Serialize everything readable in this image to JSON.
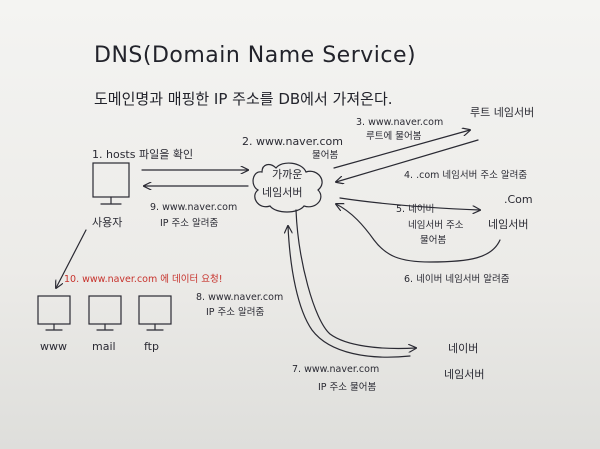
{
  "title": "DNS(Domain Name Service)",
  "subtitle": "도메인명과 매핑한 IP 주소를 DB에서 가져온다.",
  "nodes": {
    "user": "사용자",
    "local_ns_line1": "가까운",
    "local_ns_line2": "네임서버",
    "root_ns": "루트 네임서버",
    "com_ns_line1": ".Com",
    "com_ns_line2": "네임서버",
    "naver_ns_line1": "네이버",
    "naver_ns_line2": "네임서버",
    "servers": [
      "www",
      "mail",
      "ftp"
    ]
  },
  "steps": {
    "s1": "1. hosts 파일을 확인",
    "s2_line1": "2. www.naver.com",
    "s2_line2": "물어봄",
    "s3_line1": "3. www.naver.com",
    "s3_line2": "루트에 물어봄",
    "s4": "4. .com 네임서버 주소 알려줌",
    "s5_line1": "5. 네이버",
    "s5_line2": "네임서버 주소",
    "s5_line3": "물어봄",
    "s6": "6. 네이버 네임서버 알려줌",
    "s7_line1": "7. www.naver.com",
    "s7_line2": "IP 주소 물어봄",
    "s8_line1": "8. www.naver.com",
    "s8_line2": "IP 주소 알려줌",
    "s9_line1": "9. www.naver.com",
    "s9_line2": "IP 주소 알려줌",
    "s10": "10. www.naver.com 에 데이터 요청!"
  },
  "colors": {
    "ink": "#2a2a33",
    "highlight": "#c7322c",
    "board": "#f0f0ee"
  }
}
